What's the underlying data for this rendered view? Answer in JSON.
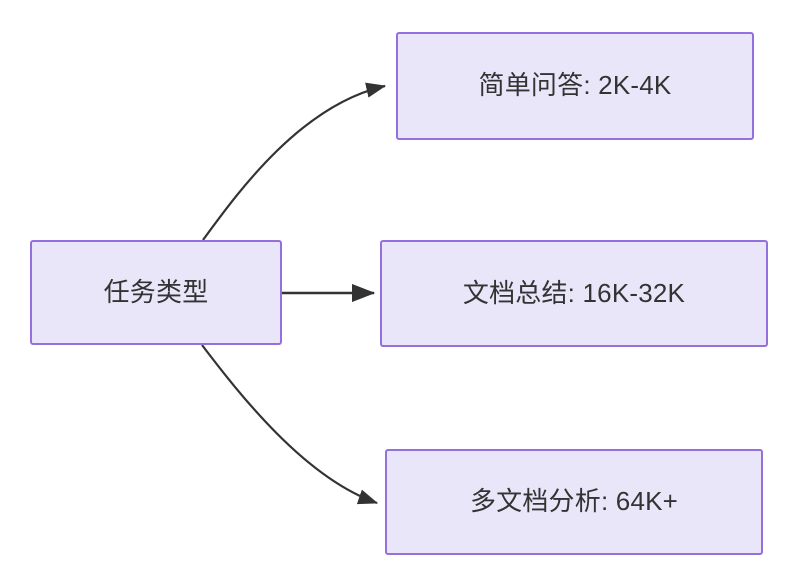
{
  "diagram": {
    "type": "flowchart",
    "direction": "left-to-right",
    "background_color": "#ffffff",
    "node_fill_color": "#e9e6fa",
    "node_border_color": "#9370db",
    "text_color": "#333333",
    "edge_color": "#333333",
    "nodes": [
      {
        "id": "root",
        "label": "任务类型"
      },
      {
        "id": "simple_qa",
        "label": "简单问答: 2K-4K"
      },
      {
        "id": "doc_summary",
        "label": "文档总结: 16K-32K"
      },
      {
        "id": "multi_doc",
        "label": "多文档分析: 64K+"
      }
    ],
    "edges": [
      {
        "from": "root",
        "to": "simple_qa",
        "label": "",
        "style": "curved-arrow"
      },
      {
        "from": "root",
        "to": "doc_summary",
        "label": "",
        "style": "straight-arrow"
      },
      {
        "from": "root",
        "to": "multi_doc",
        "label": "",
        "style": "curved-arrow"
      }
    ]
  }
}
